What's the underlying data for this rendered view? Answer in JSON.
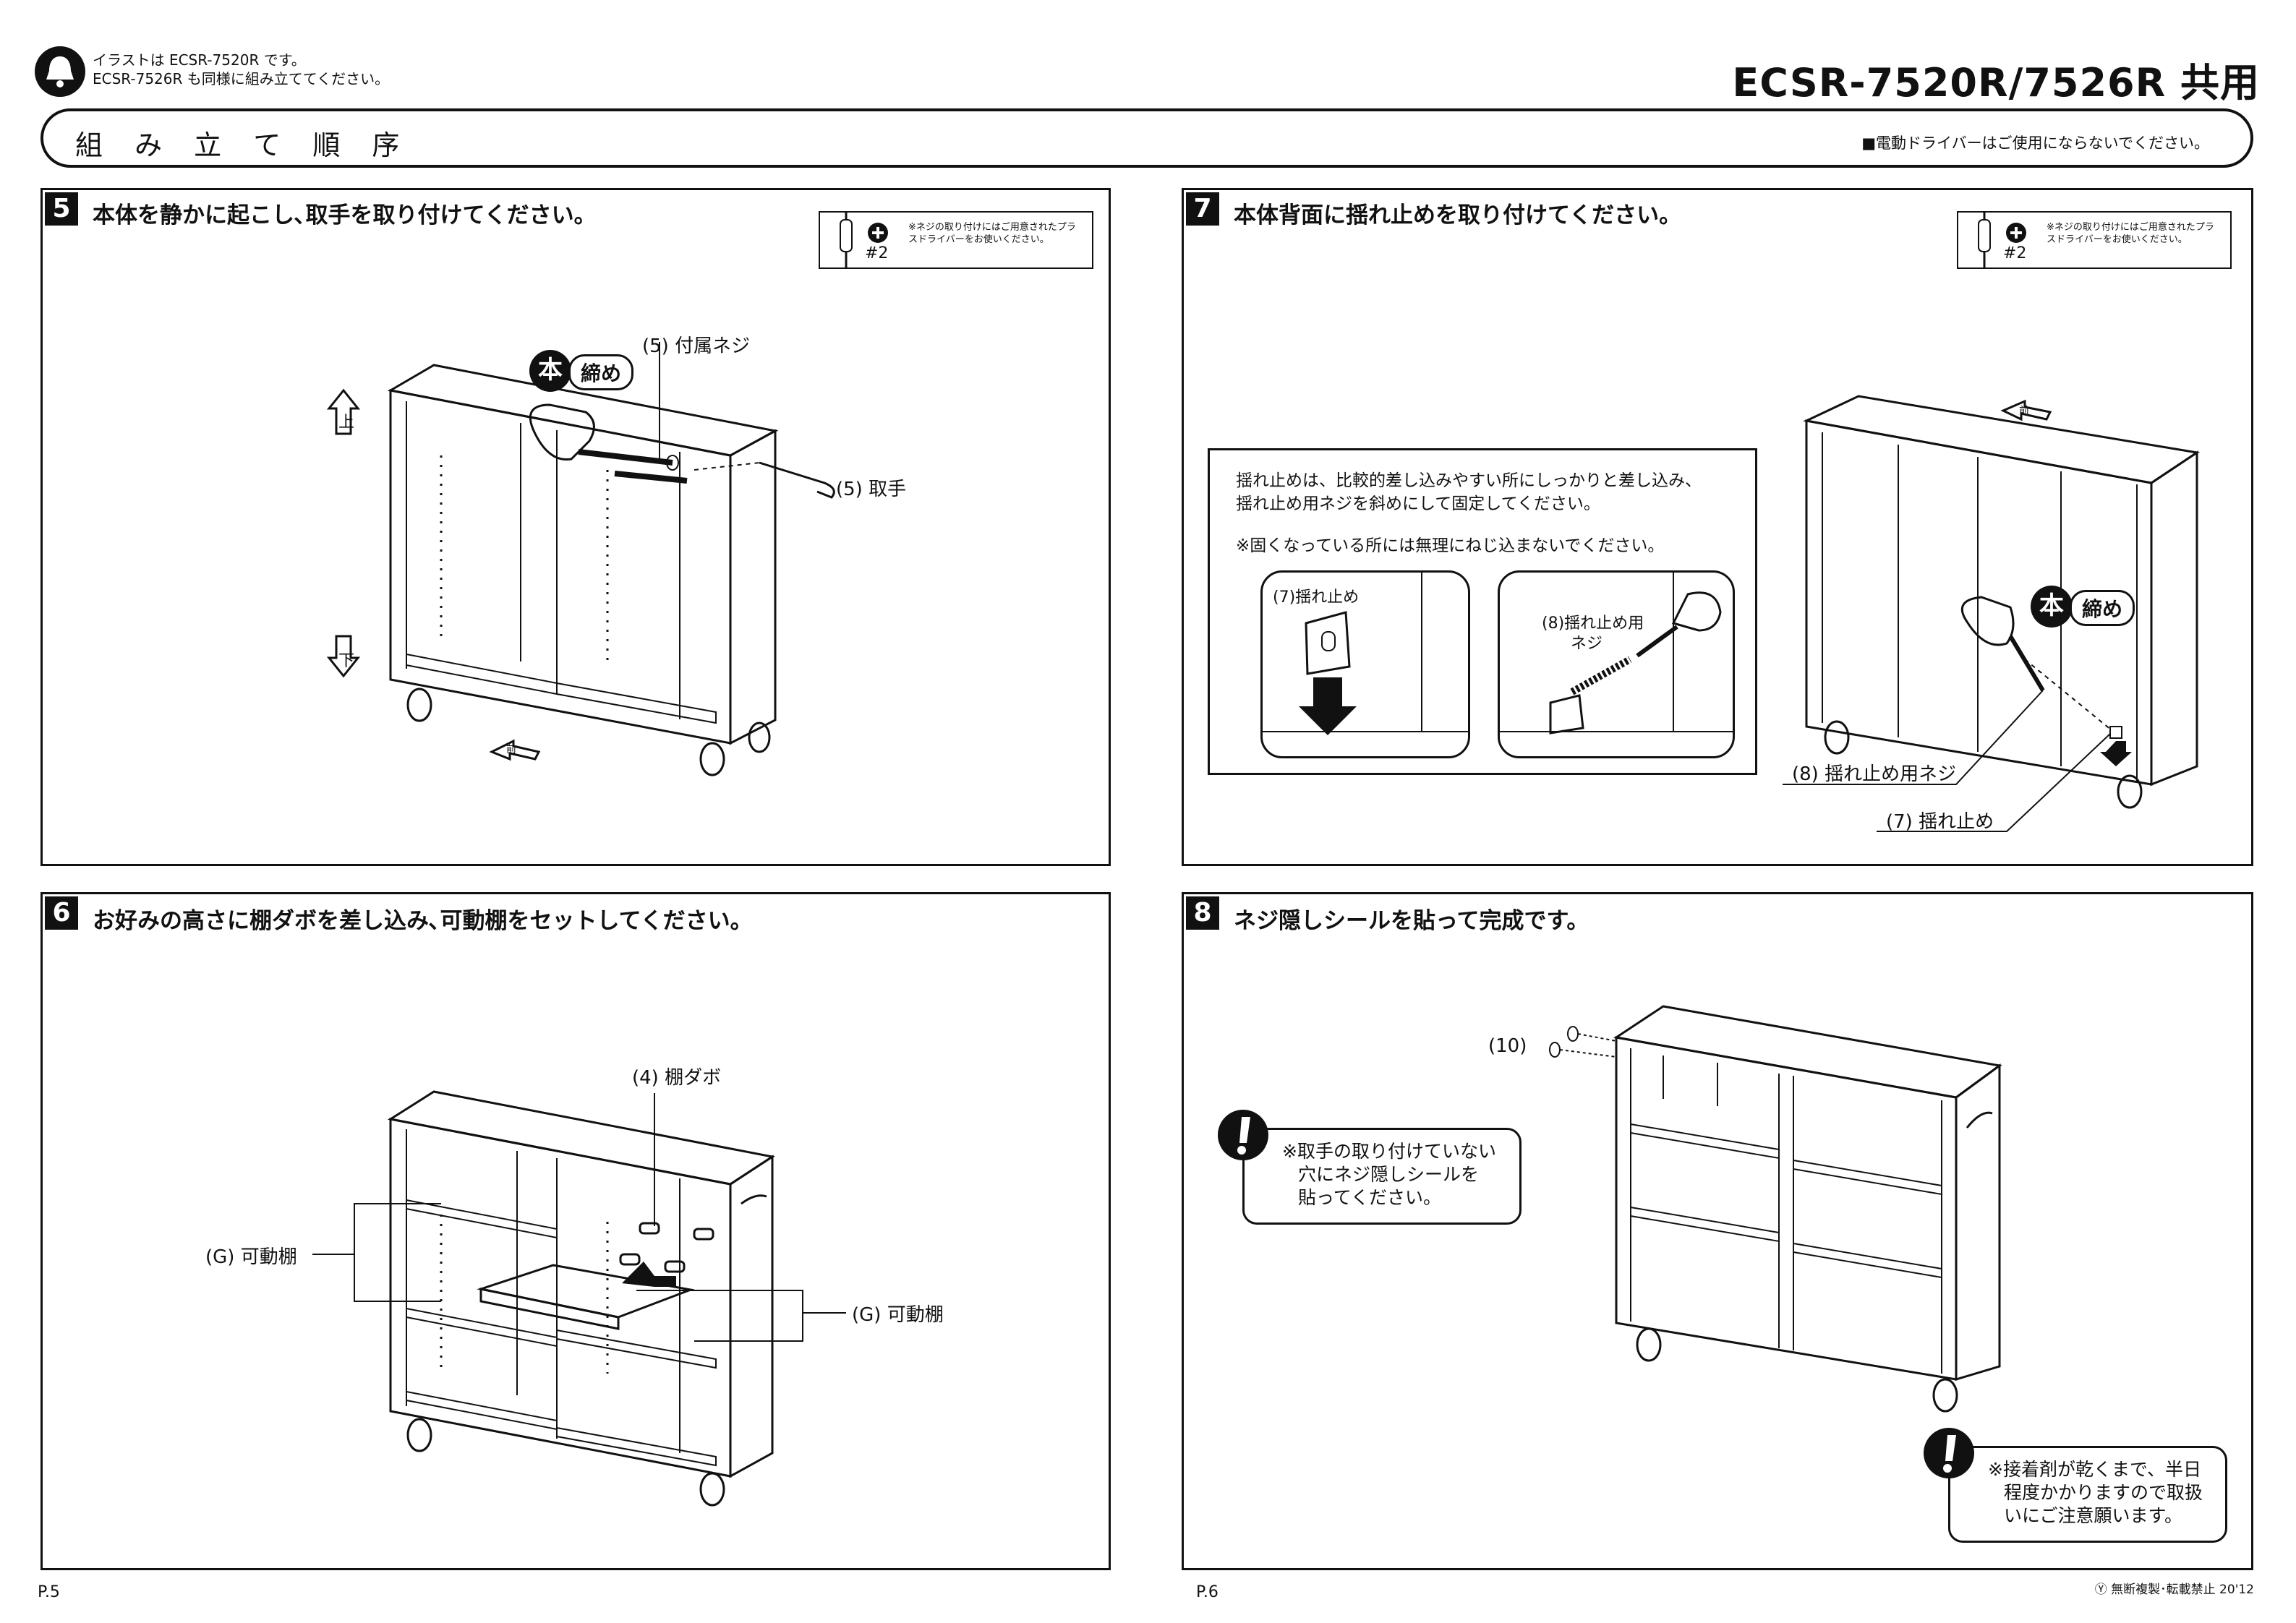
{
  "header": {
    "note_line1": "イラストは ECSR-7520R です。",
    "note_line2": "ECSR-7526R も同様に組み立ててください。",
    "model_title": "ECSR-7520R/7526R 共用",
    "banner_title": "組 み 立 て 順 序",
    "banner_note": "■電動ドライバーはご使用にならないでください。"
  },
  "tool": {
    "size": "#2",
    "note": "※ネジの取り付けにはご用意されたプラスドライバーをお使いください。"
  },
  "steps": [
    {
      "number": "5",
      "title": "本体を静かに起こし､取手を取り付けてください。",
      "labels": {
        "screw": "(5) 付属ネジ",
        "handle": "(5) 取手",
        "tighten_hon": "本",
        "tighten": "締め",
        "up": "上",
        "down": "下",
        "front": "前"
      }
    },
    {
      "number": "6",
      "title": "お好みの高さに棚ダボを差し込み､可動棚をセットしてください。",
      "labels": {
        "dowel": "(4) 棚ダボ",
        "shelf_left": "(G) 可動棚",
        "shelf_right": "(G) 可動棚"
      }
    },
    {
      "number": "7",
      "title": "本体背面に揺れ止めを取り付けてください。",
      "inset_line1": "揺れ止めは、比較的差し込みやすい所にしっかりと差し込み、",
      "inset_line2": "揺れ止め用ネジを斜めにして固定してください。",
      "inset_note": "※固くなっている所には無理にねじ込まないでください。",
      "inset_left_label": "(7)揺れ止め",
      "inset_right_label_1": "(8)揺れ止め用",
      "inset_right_label_2": "ネジ",
      "labels": {
        "screw": "(8) 揺れ止め用ネジ",
        "stopper": "(7) 揺れ止め",
        "tighten_hon": "本",
        "tighten": "締め",
        "front": "前"
      }
    },
    {
      "number": "8",
      "title": "ネジ隠しシールを貼って完成です。",
      "labels": {
        "seal": "(10)"
      },
      "callout1_lines": [
        "※取手の取り付けていない",
        "穴にネジ隠しシールを",
        "貼ってください。"
      ],
      "callout2_lines": [
        "※接着剤が乾くまで、半日",
        "程度かかりますので取扱",
        "いにご注意願います。"
      ]
    }
  ],
  "footer": {
    "page_left": "P.5",
    "page_right": "P.6",
    "copyright": "Ⓨ 無断複製･転載禁止 20'12"
  }
}
